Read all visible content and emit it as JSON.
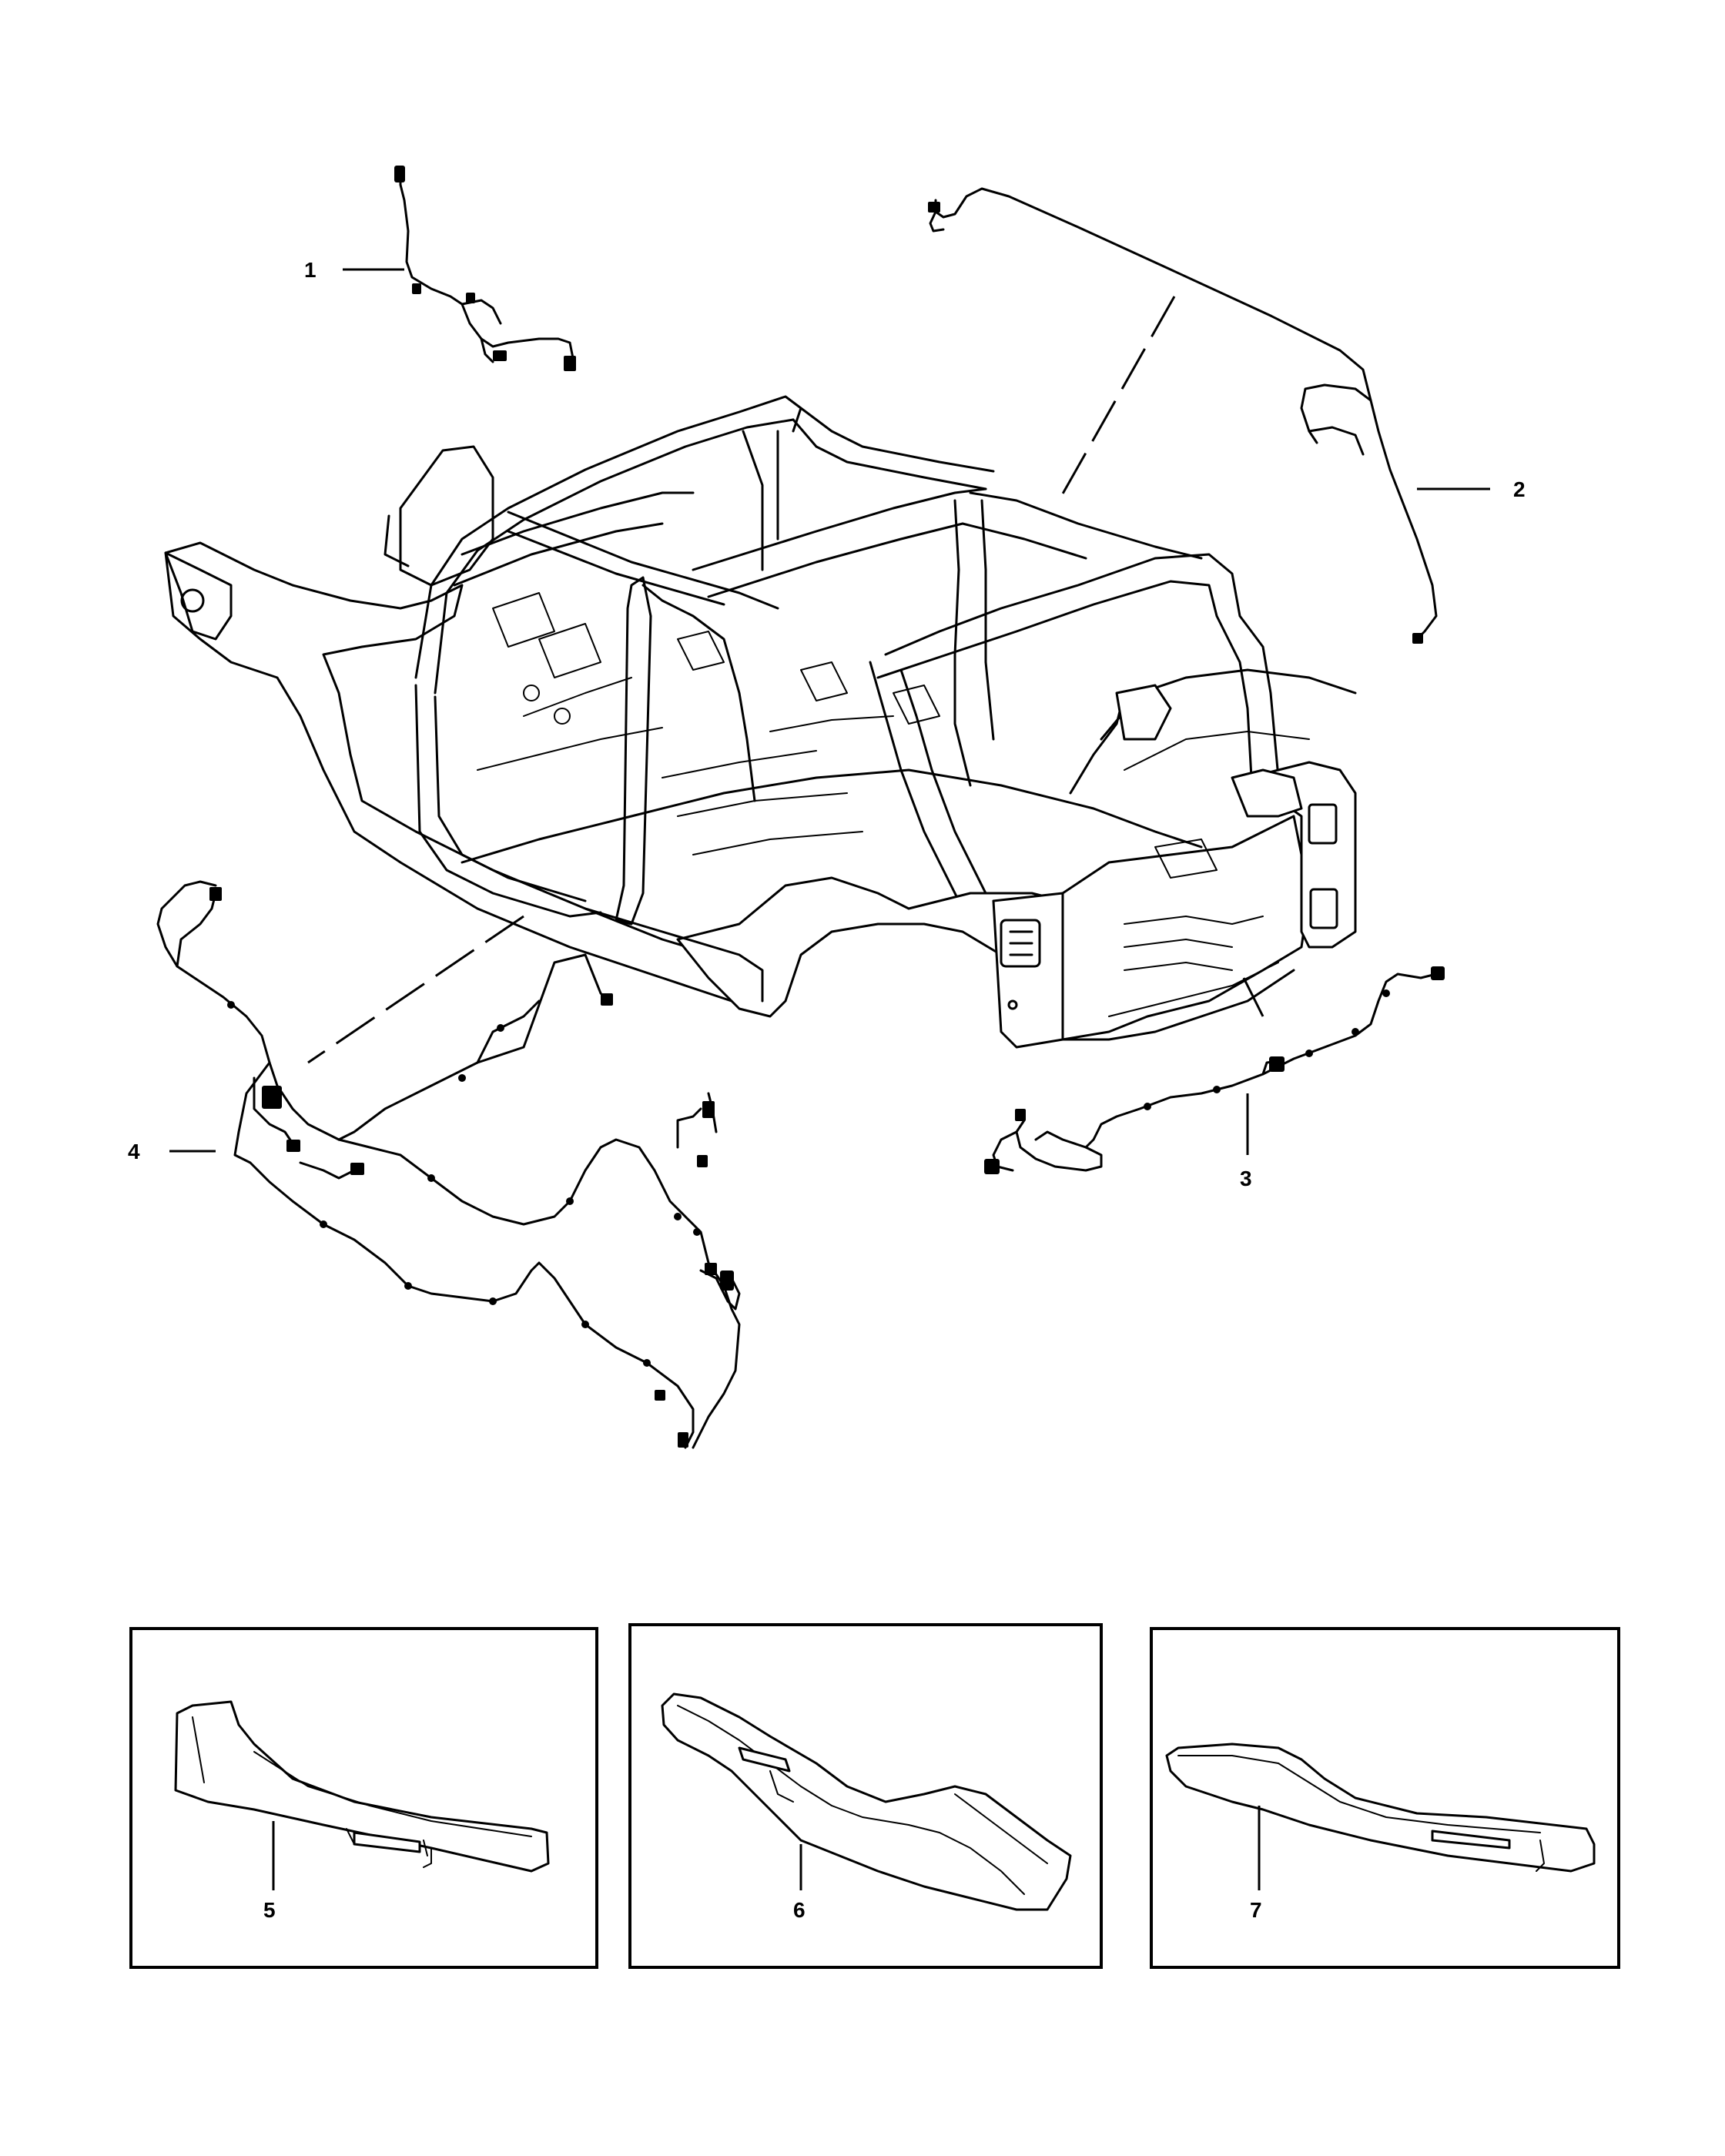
{
  "callouts": [
    {
      "id": "1",
      "label": "1"
    },
    {
      "id": "2",
      "label": "2"
    },
    {
      "id": "3",
      "label": "3"
    },
    {
      "id": "4",
      "label": "4"
    },
    {
      "id": "5",
      "label": "5"
    },
    {
      "id": "6",
      "label": "6"
    },
    {
      "id": "7",
      "label": "7"
    }
  ],
  "colors": {
    "ink": "#000000",
    "background": "#ffffff"
  }
}
